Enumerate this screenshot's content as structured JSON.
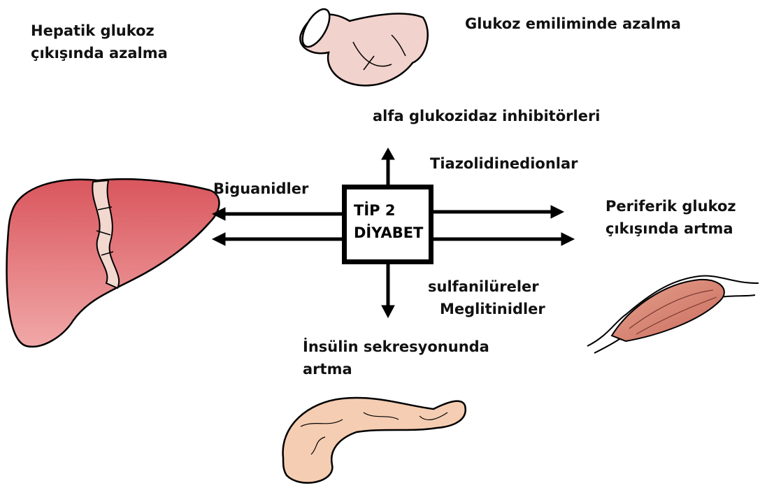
{
  "center": {
    "line1": "TİP 2",
    "line2": "DİYABET"
  },
  "effects": {
    "hepatic": {
      "line1": "Hepatik glukoz",
      "line2": "çıkışında azalma"
    },
    "absorption": {
      "line1": "Glukoz emiliminde azalma"
    },
    "peripheral": {
      "line1": "Periferik glukoz",
      "line2": "çıkışında artma"
    },
    "insulin": {
      "line1": "İnsülin sekresyonunda",
      "line2": "artma"
    }
  },
  "drugs": {
    "alpha_glucosidase": "alfa glukozidaz inhibitörleri",
    "thiazolidinediones": "Tiazolidinedionlar",
    "biguanides": "Biguanidler",
    "sulfonylureas": "sulfanilüreler",
    "meglitinides": "Meglitinidler"
  },
  "organs": {
    "liver": "liver-illustration",
    "intestine": "intestine-illustration",
    "muscle": "muscle-illustration",
    "pancreas": "pancreas-illustration"
  },
  "colors": {
    "liver_fill": "#e07a7e",
    "intestine_fill": "#f2c9c4",
    "muscle_fill": "#d98a7a",
    "pancreas_fill": "#f3c4a6",
    "outline": "#000000"
  }
}
